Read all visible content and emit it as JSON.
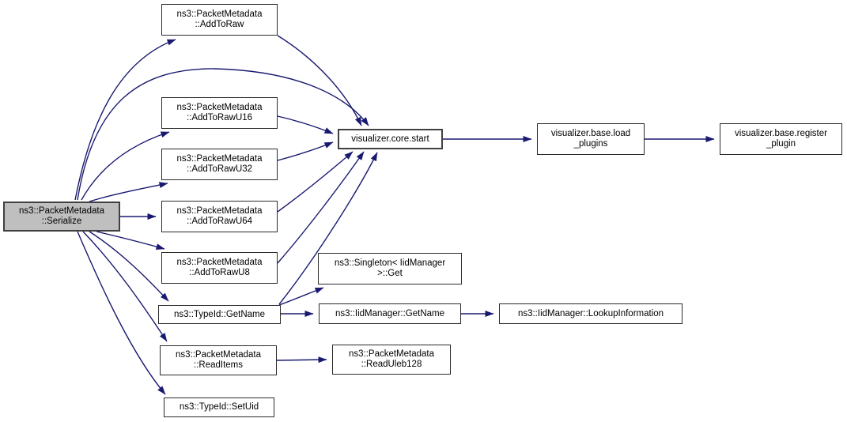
{
  "diagram": {
    "type": "doxygen-call-graph",
    "root_function": "ns3::PacketMetadata::Serialize",
    "colors": {
      "edge": "#191970",
      "node_fill": "#ffffff",
      "node_border": "#2a2a2a",
      "root_fill": "#bfbfbf",
      "background": "#ffffff"
    },
    "nodes": [
      {
        "id": "serialize",
        "lines": [
          "ns3::PacketMetadata",
          "::Serialize"
        ]
      },
      {
        "id": "add_to_raw",
        "lines": [
          "ns3::PacketMetadata",
          "::AddToRaw"
        ]
      },
      {
        "id": "add_to_raw_u16",
        "lines": [
          "ns3::PacketMetadata",
          "::AddToRawU16"
        ]
      },
      {
        "id": "add_to_raw_u32",
        "lines": [
          "ns3::PacketMetadata",
          "::AddToRawU32"
        ]
      },
      {
        "id": "add_to_raw_u64",
        "lines": [
          "ns3::PacketMetadata",
          "::AddToRawU64"
        ]
      },
      {
        "id": "add_to_raw_u8",
        "lines": [
          "ns3::PacketMetadata",
          "::AddToRawU8"
        ]
      },
      {
        "id": "typeid_get_name",
        "lines": [
          "ns3::TypeId::GetName"
        ]
      },
      {
        "id": "read_items",
        "lines": [
          "ns3::PacketMetadata",
          "::ReadItems"
        ]
      },
      {
        "id": "typeid_set_uid",
        "lines": [
          "ns3::TypeId::SetUid"
        ]
      },
      {
        "id": "core_start",
        "lines": [
          "visualizer.core.start"
        ]
      },
      {
        "id": "load_plugins",
        "lines": [
          "visualizer.base.load",
          "_plugins"
        ]
      },
      {
        "id": "register_plugin",
        "lines": [
          "visualizer.base.register",
          "_plugin"
        ]
      },
      {
        "id": "singleton_get",
        "lines": [
          "ns3::Singleton< IidManager",
          ">::Get"
        ]
      },
      {
        "id": "iid_get_name",
        "lines": [
          "ns3::IidManager::GetName"
        ]
      },
      {
        "id": "lookup_information",
        "lines": [
          "ns3::IidManager::LookupInformation"
        ]
      },
      {
        "id": "read_uleb128",
        "lines": [
          "ns3::PacketMetadata",
          "::ReadUleb128"
        ]
      }
    ],
    "edges": [
      {
        "from": "serialize",
        "to": "add_to_raw"
      },
      {
        "from": "serialize",
        "to": "add_to_raw_u16"
      },
      {
        "from": "serialize",
        "to": "add_to_raw_u32"
      },
      {
        "from": "serialize",
        "to": "add_to_raw_u64"
      },
      {
        "from": "serialize",
        "to": "add_to_raw_u8"
      },
      {
        "from": "serialize",
        "to": "typeid_get_name"
      },
      {
        "from": "serialize",
        "to": "read_items"
      },
      {
        "from": "serialize",
        "to": "typeid_set_uid"
      },
      {
        "from": "serialize",
        "to": "core_start"
      },
      {
        "from": "add_to_raw",
        "to": "core_start"
      },
      {
        "from": "add_to_raw_u16",
        "to": "core_start"
      },
      {
        "from": "add_to_raw_u32",
        "to": "core_start"
      },
      {
        "from": "add_to_raw_u64",
        "to": "core_start"
      },
      {
        "from": "add_to_raw_u8",
        "to": "core_start"
      },
      {
        "from": "typeid_get_name",
        "to": "core_start"
      },
      {
        "from": "typeid_get_name",
        "to": "singleton_get"
      },
      {
        "from": "typeid_get_name",
        "to": "iid_get_name"
      },
      {
        "from": "iid_get_name",
        "to": "lookup_information"
      },
      {
        "from": "read_items",
        "to": "read_uleb128"
      },
      {
        "from": "core_start",
        "to": "load_plugins"
      },
      {
        "from": "load_plugins",
        "to": "register_plugin"
      }
    ]
  }
}
